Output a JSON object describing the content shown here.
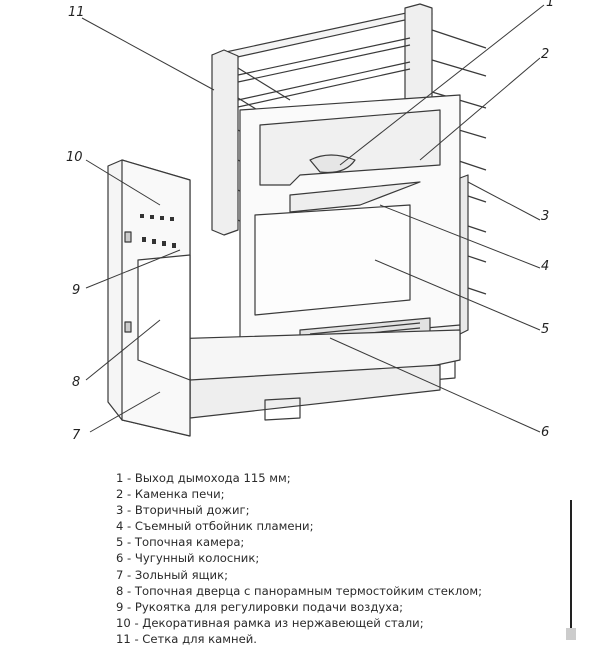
{
  "callouts": [
    "1",
    "2",
    "3",
    "4",
    "5",
    "6",
    "7",
    "8",
    "9",
    "10",
    "11"
  ],
  "legend": [
    "1 - Выход дымохода 115 мм;",
    "2 - Каменка печи;",
    "3 - Вторичный дожиг;",
    "4 - Съемный отбойник пламени;",
    "5 - Топочная камера;",
    "6 - Чугунный колосник;",
    "7 - Зольный ящик;",
    "8 - Топочная дверца с панорамным термостойким стеклом;",
    "9 - Рукоятка для регулировки подачи воздуха;",
    "10 - Декоративная рамка из нержавеющей стали;",
    "11 - Сетка для камней."
  ]
}
